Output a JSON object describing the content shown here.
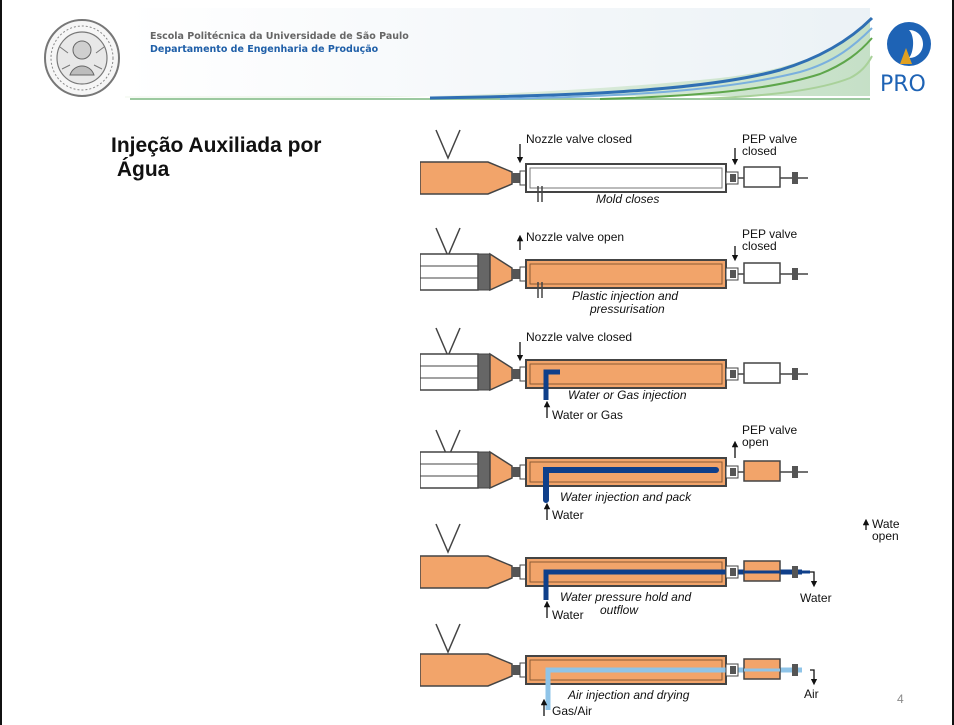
{
  "header": {
    "institution": "Escola Politécnica da Universidade de São Paulo",
    "department": "Departamento de Engenharia de Produção",
    "logo_text": "PRO"
  },
  "slide": {
    "title_line1": "Injeção Auxiliada por",
    "title_line2": " Água",
    "page_number": "4"
  },
  "colors": {
    "plastic": "#f2a46a",
    "water": "#0f3f8a",
    "air": "#8fc4e8",
    "accent": "#1e63b5"
  },
  "diagram": {
    "stages": [
      {
        "top_label": "Nozzle valve closed",
        "right_label_1": "PEP valve",
        "right_label_2": "closed",
        "caption_1": "Mold closes",
        "caption_2": ""
      },
      {
        "top_label": "Nozzle valve open",
        "right_label_1": "PEP valve",
        "right_label_2": "closed",
        "caption_1": "Plastic injection and",
        "caption_2": "pressurisation"
      },
      {
        "top_label": "Nozzle valve closed",
        "right_label_1": "",
        "right_label_2": "",
        "caption_1": "Water or Gas injection",
        "caption_2": "",
        "inlet_label": "Water or Gas"
      },
      {
        "top_label": "",
        "right_label_1": "PEP valve",
        "right_label_2": "open",
        "caption_1": "Water injection and pack",
        "caption_2": "",
        "inlet_label": "Water"
      },
      {
        "top_label": "",
        "right_label_1": "Water valve",
        "right_label_2": "open",
        "caption_1": "Water pressure hold and",
        "caption_2": "outflow",
        "inlet_label": "Water",
        "outlet_label": "Water"
      },
      {
        "top_label": "",
        "right_label_1": "",
        "right_label_2": "",
        "caption_1": "Air injection and drying",
        "caption_2": "",
        "inlet_label": "Gas/Air",
        "outlet_label": "Air"
      }
    ]
  }
}
